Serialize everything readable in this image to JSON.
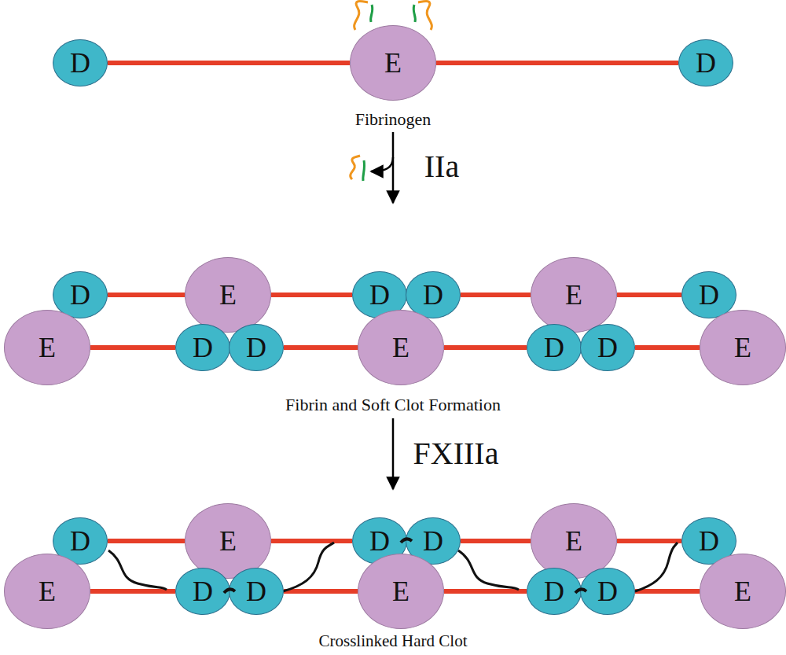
{
  "diagram": {
    "nodes": [
      {
        "text": [
          "D"
        ]
      },
      {
        "text": [
          "E"
        ]
      },
      {
        "text": [
          "D"
        ]
      },
      {
        "text": [
          "D"
        ]
      },
      {
        "text": [
          "E"
        ]
      },
      {
        "text": [
          "D"
        ]
      },
      {
        "text": [
          "D"
        ]
      },
      {
        "text": [
          "E"
        ]
      },
      {
        "text": [
          "D"
        ]
      },
      {
        "text": [
          "E"
        ]
      },
      {
        "text": [
          "D"
        ]
      },
      {
        "text": [
          "D"
        ]
      },
      {
        "text": [
          "E"
        ]
      },
      {
        "text": [
          "D"
        ]
      },
      {
        "text": [
          "D"
        ]
      },
      {
        "text": [
          "E"
        ]
      },
      {
        "text": [
          "D"
        ]
      },
      {
        "text": [
          "E"
        ]
      },
      {
        "text": [
          "D"
        ]
      },
      {
        "text": [
          "D"
        ]
      },
      {
        "text": [
          "E"
        ]
      },
      {
        "text": [
          "D"
        ]
      },
      {
        "text": [
          "E"
        ]
      },
      {
        "text": [
          "D"
        ]
      },
      {
        "text": [
          "D"
        ]
      },
      {
        "text": [
          "E"
        ]
      },
      {
        "text": [
          "D"
        ]
      },
      {
        "text": [
          "D"
        ]
      },
      {
        "text": [
          "E"
        ]
      }
    ],
    "edges": [
      {
        "from": 1,
        "to": 0,
        "arrow": "none"
      },
      {
        "from": 1,
        "to": 2,
        "arrow": "none"
      },
      {
        "from": 3,
        "to": 4,
        "arrow": "none"
      },
      {
        "from": 4,
        "to": 5,
        "arrow": "none"
      },
      {
        "from": 6,
        "to": 7,
        "arrow": "none"
      },
      {
        "from": 7,
        "to": 8,
        "arrow": "none"
      },
      {
        "from": 9,
        "to": 10,
        "arrow": "none"
      },
      {
        "from": 11,
        "to": 12,
        "arrow": "none"
      },
      {
        "from": 12,
        "to": 13,
        "arrow": "none"
      },
      {
        "from": 14,
        "to": 15,
        "arrow": "none"
      },
      {
        "from": 16,
        "to": 17,
        "arrow": "none"
      },
      {
        "from": 17,
        "to": 18,
        "arrow": "none"
      },
      {
        "from": 19,
        "to": 20,
        "arrow": "none"
      },
      {
        "from": 20,
        "to": 21,
        "arrow": "none"
      },
      {
        "from": 22,
        "to": 23,
        "arrow": "none"
      },
      {
        "from": 24,
        "to": 25,
        "arrow": "none"
      },
      {
        "from": 25,
        "to": 26,
        "arrow": "none"
      },
      {
        "from": 27,
        "to": 28,
        "arrow": "none"
      }
    ],
    "labels": [
      "Fibrinogen",
      "IIa",
      "Fibrin and Soft Clot Formation",
      "FXIIIa",
      "Crosslinked Hard Clot"
    ]
  }
}
